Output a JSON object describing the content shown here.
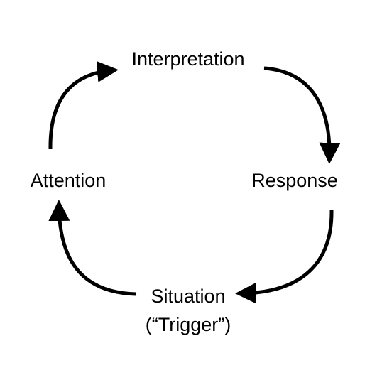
{
  "diagram": {
    "nodes": {
      "interpretation": "Interpretation",
      "response": "Response",
      "situation_line1": "Situation",
      "situation_line2": "(“Trigger”)",
      "attention": "Attention"
    },
    "edges": [
      {
        "from": "Interpretation",
        "to": "Response"
      },
      {
        "from": "Response",
        "to": "Situation (“Trigger”)"
      },
      {
        "from": "Situation (“Trigger”)",
        "to": "Attention"
      },
      {
        "from": "Attention",
        "to": "Interpretation"
      }
    ],
    "colors": {
      "stroke": "#000000",
      "background": "#ffffff"
    }
  }
}
